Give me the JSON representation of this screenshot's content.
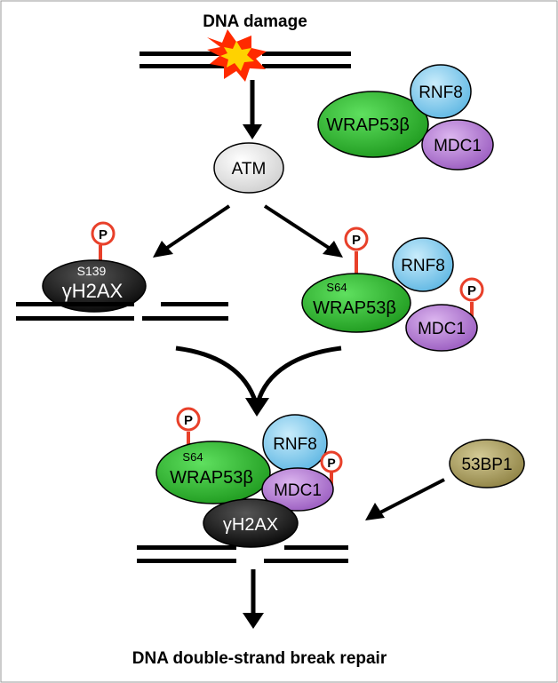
{
  "title_top": "DNA damage",
  "title_bottom": "DNA double-strand break repair",
  "atm": "ATM",
  "complex_top": {
    "wrap": "WRAP53β",
    "rnf8": "RNF8",
    "mdc1": "MDC1"
  },
  "left_branch": {
    "site": "S139",
    "protein": "γH2AX",
    "phospho": "P"
  },
  "right_branch": {
    "site": "S64",
    "wrap": "WRAP53β",
    "rnf8": "RNF8",
    "mdc1": "MDC1",
    "phospho_wrap": "P",
    "phospho_mdc1": "P"
  },
  "bottom_complex": {
    "site": "S64",
    "wrap": "WRAP53β",
    "rnf8": "RNF8",
    "mdc1": "MDC1",
    "h2ax": "γH2AX",
    "phospho_wrap": "P",
    "phospho_mdc1": "P"
  },
  "bp53": "53BP1",
  "colors": {
    "green": "#2fb62f",
    "blue": "#8fd4f2",
    "purple": "#b77fd6",
    "black": "#111111",
    "olive": "#b5a96a",
    "atm_white": "#f2f2f2",
    "phospho_red": "#e8402a",
    "burst": "#ff2a00",
    "burst_core": "#ffd200"
  }
}
